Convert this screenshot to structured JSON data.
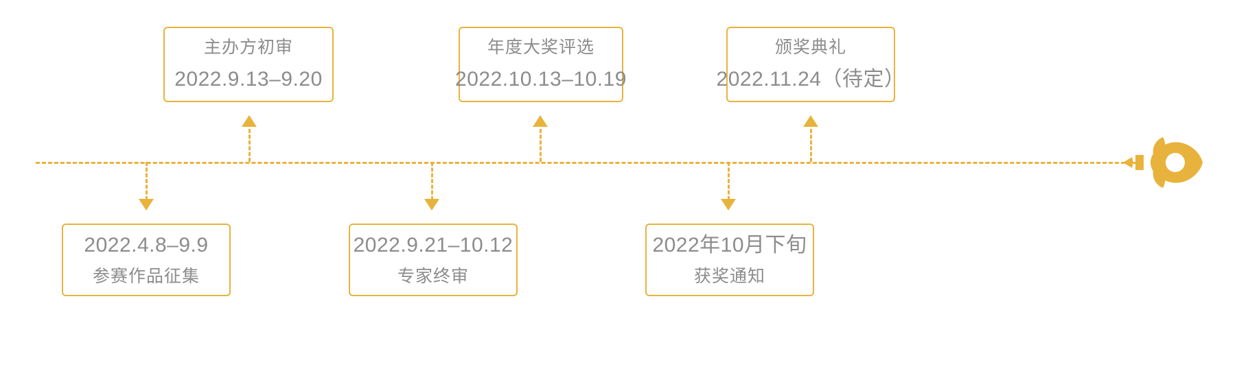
{
  "diagram": {
    "type": "timeline",
    "title": "",
    "accent_color": "#E8B33C",
    "text_color": "#8C8C8C",
    "background_color": "#FFFFFF",
    "axis": {
      "style": "dashed",
      "direction": "left-to-right",
      "end_icon": "rocket-icon"
    },
    "events_above": [
      {
        "id": "event-preliminary-review",
        "title": "主办方初审",
        "date": "2022.9.13–9.20",
        "connector": "arrow-up"
      },
      {
        "id": "event-annual-award-selection",
        "title": "年度大奖评选",
        "date": "2022.10.13–10.19",
        "connector": "arrow-up"
      },
      {
        "id": "event-award-ceremony",
        "title": "颁奖典礼",
        "date": "2022.11.24（待定）",
        "connector": "arrow-up"
      }
    ],
    "events_below": [
      {
        "id": "event-submission",
        "date": "2022.4.8–9.9",
        "title": "参赛作品征集",
        "connector": "arrow-down"
      },
      {
        "id": "event-expert-final-review",
        "date": "2022.9.21–10.12",
        "title": "专家终审",
        "connector": "arrow-down"
      },
      {
        "id": "event-winner-notification",
        "date": "2022年10月下旬",
        "title": "获奖通知",
        "connector": "arrow-down"
      }
    ]
  }
}
